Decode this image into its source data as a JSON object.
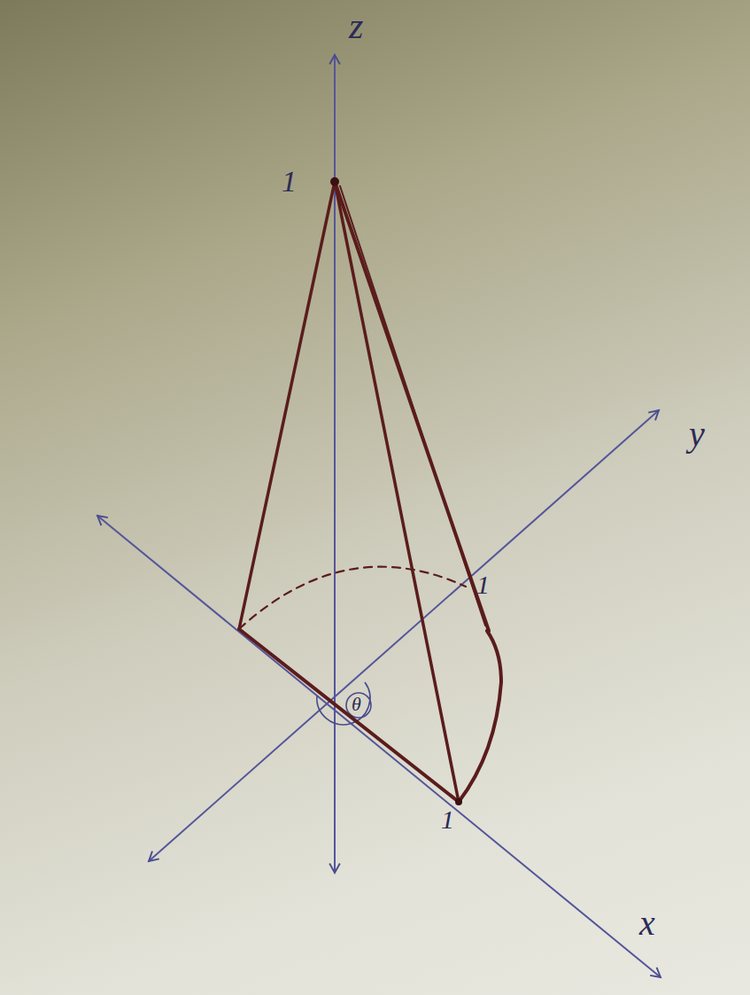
{
  "diagram": {
    "labels": [
      "z",
      "1",
      "y",
      "1",
      "1",
      "x",
      "θ"
    ]
  }
}
